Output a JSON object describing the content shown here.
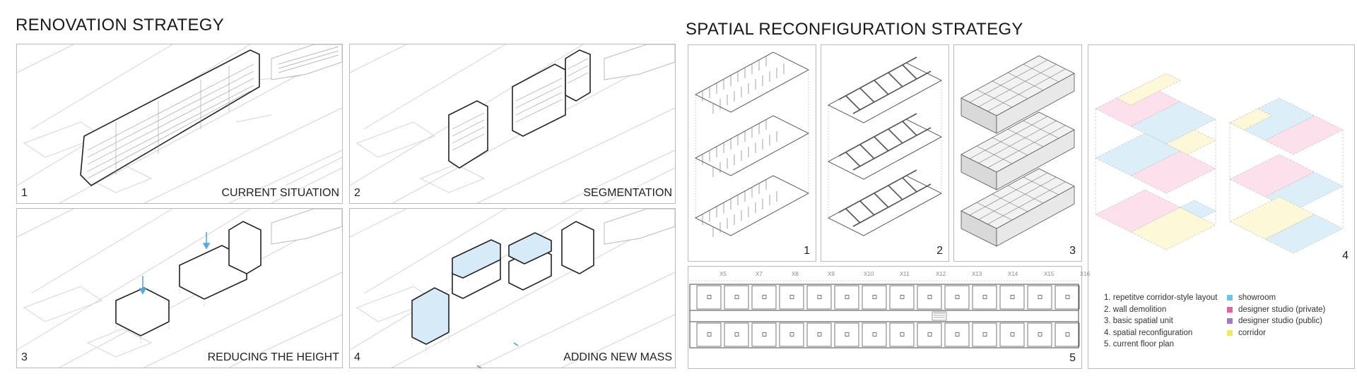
{
  "renovation": {
    "title": "RENOVATION STRATEGY",
    "panels": [
      {
        "number": "1",
        "label": "CURRENT SITUATION"
      },
      {
        "number": "2",
        "label": "SEGMENTATION"
      },
      {
        "number": "3",
        "label": "REDUCING THE HEIGHT"
      },
      {
        "number": "4",
        "label": "ADDING NEW MASS"
      }
    ]
  },
  "spatial": {
    "title": "SPATIAL RECONFIGURATION STRATEGY",
    "panel_numbers": [
      "1",
      "2",
      "3",
      "4",
      "5"
    ],
    "floorplan_axes": [
      "X5",
      "X7",
      "X8",
      "X9",
      "X10",
      "X11",
      "X12",
      "X13",
      "X14",
      "X15",
      "X16"
    ],
    "legend_steps": [
      "1. repetitve corridor-style layout",
      "2. wall demolition",
      "3. basic spatial unit",
      "4. spatial reconfiguration",
      "5. current floor plan"
    ],
    "legend_keys": [
      {
        "label": "showroom",
        "color": "#6fc3e8"
      },
      {
        "label": "designer studio (private)",
        "color": "#e8609e"
      },
      {
        "label": "designer studio (public)",
        "color": "#a07cc4"
      },
      {
        "label": "corridor",
        "color": "#f2ea5a"
      }
    ]
  },
  "colors": {
    "new_mass": "#d6eaf8",
    "arrow": "#5aa7de",
    "line": "#333333",
    "context": "#cfcfcf"
  }
}
